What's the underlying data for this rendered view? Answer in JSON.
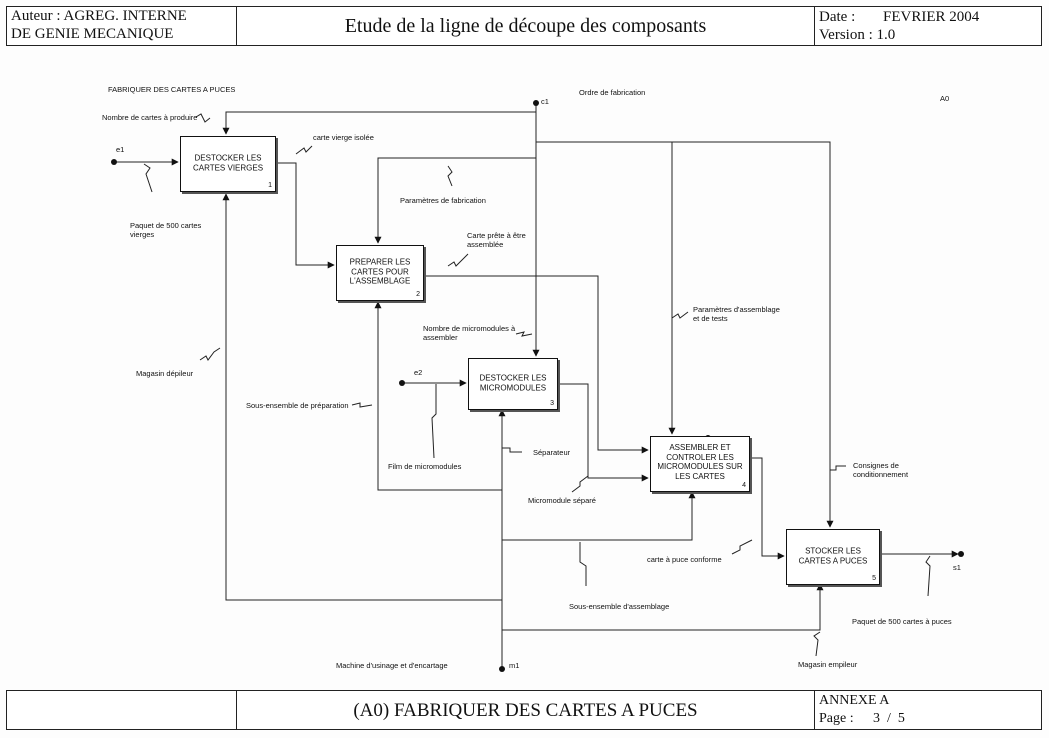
{
  "header": {
    "author_line1": "Auteur : AGREG. INTERNE",
    "author_line2": "DE GENIE MECANIQUE",
    "title": "Etude de la ligne de découpe des composants",
    "date_label": "Date :",
    "date_value": "FEVRIER 2004",
    "version": "Version : 1.0"
  },
  "footer": {
    "title": "(A0) FABRIQUER DES CARTES A PUCES",
    "annex": "ANNEXE A",
    "page_label": "Page :",
    "page_value": "3  /  5"
  },
  "diagram": {
    "node_title": "FABRIQUER DES CARTES A PUCES",
    "node_id": "A0",
    "boxes": [
      {
        "label": "DESTOCKER LES CARTES VIERGES",
        "num": "1"
      },
      {
        "label": "PREPARER LES CARTES POUR L'ASSEMBLAGE",
        "num": "2"
      },
      {
        "label": "DESTOCKER LES MICROMODULES",
        "num": "3"
      },
      {
        "label": "ASSEMBLER ET CONTROLER LES MICROMODULES SUR LES CARTES",
        "num": "4"
      },
      {
        "label": "STOCKER LES CARTES A PUCES",
        "num": "5"
      }
    ],
    "tunnels": {
      "e1": "e1",
      "e2": "e2",
      "c1": "c1",
      "m1": "m1",
      "s1": "s1"
    },
    "labels": {
      "nombre_cartes": "Nombre de cartes à produire",
      "ordre_fabrication": "Ordre de fabrication",
      "carte_vierge": "carte vierge isolée",
      "parametres_fabrication": "Paramètres de fabrication",
      "paquet_500_vierges": "Paquet de 500 cartes vierges",
      "carte_prete": "Carte prête à être assemblée",
      "nombre_micromodules": "Nombre de micromodules à assembler",
      "parametres_assemblage": "Paramètres d'assemblage et de tests",
      "magasin_depileur": "Magasin dépileur",
      "sous_ensemble_preparation": "Sous-ensemble de préparation",
      "film_micromodules": "Film de micromodules",
      "separateur": "Séparateur",
      "micromodule_separe": "Micromodule séparé",
      "consignes": "Consignes de conditionnement",
      "carte_conforme": "carte à puce conforme",
      "sous_ensemble_assemblage": "Sous-ensemble d'assemblage",
      "paquet_500_puces": "Paquet de 500 cartes à puces",
      "magasin_empileur": "Magasin empileur",
      "machine_usinage": "Machine d'usinage et d'encartage"
    }
  }
}
